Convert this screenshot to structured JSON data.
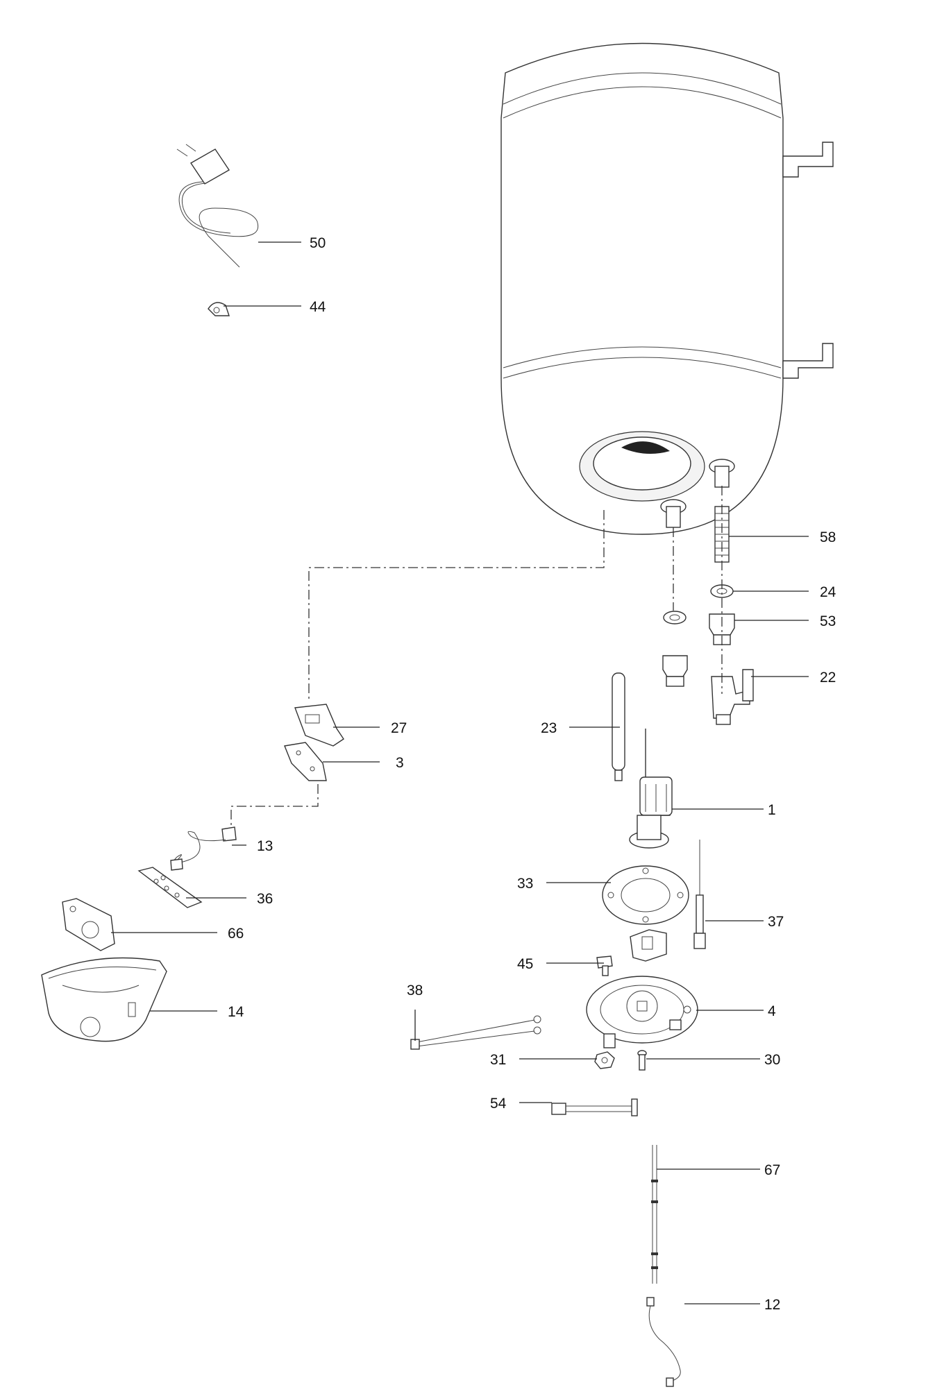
{
  "diagram": {
    "callouts": [
      {
        "id": "50",
        "label": "50"
      },
      {
        "id": "44",
        "label": "44"
      },
      {
        "id": "58",
        "label": "58"
      },
      {
        "id": "24",
        "label": "24"
      },
      {
        "id": "53",
        "label": "53"
      },
      {
        "id": "22",
        "label": "22"
      },
      {
        "id": "27",
        "label": "27"
      },
      {
        "id": "3",
        "label": "3"
      },
      {
        "id": "23",
        "label": "23"
      },
      {
        "id": "1",
        "label": "1"
      },
      {
        "id": "13",
        "label": "13"
      },
      {
        "id": "36",
        "label": "36"
      },
      {
        "id": "33",
        "label": "33"
      },
      {
        "id": "37",
        "label": "37"
      },
      {
        "id": "66",
        "label": "66"
      },
      {
        "id": "45",
        "label": "45"
      },
      {
        "id": "14",
        "label": "14"
      },
      {
        "id": "4",
        "label": "4"
      },
      {
        "id": "38",
        "label": "38"
      },
      {
        "id": "31",
        "label": "31"
      },
      {
        "id": "30",
        "label": "30"
      },
      {
        "id": "54",
        "label": "54"
      },
      {
        "id": "67",
        "label": "67"
      },
      {
        "id": "12",
        "label": "12"
      }
    ]
  }
}
